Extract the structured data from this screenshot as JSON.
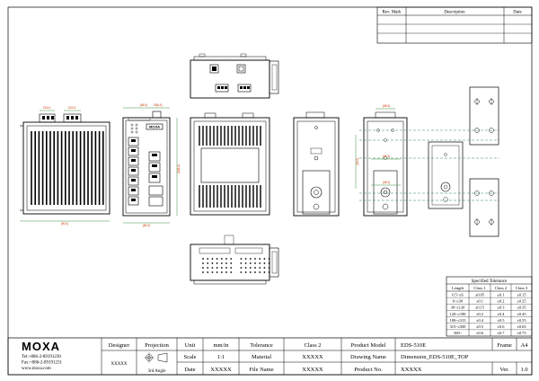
{
  "revision_table": {
    "headers": [
      "Rev. Mark",
      "Description",
      "Date"
    ]
  },
  "dimension_labels": [
    "2X0.3",
    "2X0.3",
    "Ø(6.4)",
    "(90.0)",
    "(56.0)",
    "(106.0)",
    "(80.0)",
    "(45.0)",
    "(45.0)",
    "(48.0)",
    "(38.0)"
  ],
  "specified_tolerance": {
    "title": "Specified Tolerance",
    "headers": [
      "Length",
      "Class 1",
      "Class 2",
      "Class 3"
    ],
    "rows": [
      [
        "0.5~≤6",
        "±0.05",
        "±0.1",
        "±0.15"
      ],
      [
        "6~≤30",
        "±0.1",
        "±0.2",
        "±0.25"
      ],
      [
        "30~≤120",
        "±0.15",
        "±0.3",
        "±0.35"
      ],
      [
        "120~≤180",
        "±0.2",
        "±0.4",
        "±0.45"
      ],
      [
        "180~≤315",
        "±0.4",
        "±0.5",
        "±0.55"
      ],
      [
        "315~≤500",
        "±0.5",
        "±0.6",
        "±0.65"
      ],
      [
        "500~",
        "±0.6",
        "±0.7",
        "±0.75"
      ]
    ]
  },
  "title_block": {
    "logo": "MOXA",
    "tel": "Tel:+886-2-89191230",
    "fax": "Fax:+886-2-89191231",
    "web": "www.moxa.com",
    "designer_label": "Designer",
    "designer_value": "XXXXX",
    "projection_label": "Projection",
    "projection_value": "3rd Angle",
    "unit_label": "Unit",
    "unit_value": "mm/in",
    "scale_label": "Scale",
    "scale_value": "1:1",
    "date_label": "Date",
    "date_value": "XXXXX",
    "tolerance_label": "Tolerance",
    "tolerance_value": "Class 2",
    "material_label": "Material",
    "material_value": "XXXXX",
    "filename_label": "File Name",
    "filename_value": "XXXXX",
    "product_model_label": "Product Model",
    "product_model_value": "EDS-510E",
    "drawing_name_label": "Drawing Name",
    "drawing_name_value": "Dimension_EDS-510E_TOP",
    "product_no_label": "Product No.",
    "product_no_value": "XXXXX",
    "frame_label": "Frame",
    "frame_value": "A4",
    "ver_label": "Ver.",
    "ver_value": "1.0"
  }
}
